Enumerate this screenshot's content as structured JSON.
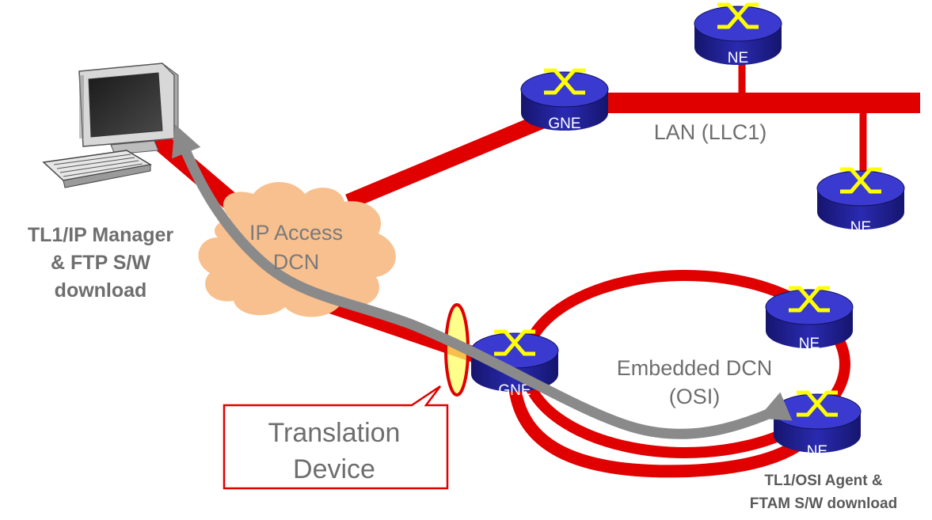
{
  "nodes": {
    "ne_top": "NE",
    "gne_top": "GNE",
    "ne_right": "NE",
    "ne_ring_top": "NE",
    "gne_bottom": "GNE",
    "ne_ring_bottom": "NE"
  },
  "labels": {
    "lan": "LAN (LLC1)",
    "cloud_line1": "IP Access",
    "cloud_line2": "DCN",
    "manager_line1": "TL1/IP Manager",
    "manager_line2": "& FTP S/W",
    "manager_line3": "download",
    "embedded_line1": "Embedded DCN",
    "embedded_line2": "(OSI)",
    "agent_line1": "TL1/OSI Agent &",
    "agent_line2": "FTAM S/W download",
    "translation_line1": "Translation",
    "translation_line2": "Device"
  },
  "colors": {
    "link_red": "#e00000",
    "router_blue": "#2323a0",
    "router_icon": "#ffff00",
    "cloud": "#f8c08e",
    "arrow_gray": "#8a8a8a",
    "translation_fill": "#ffff66"
  },
  "icons": [
    "router-icon",
    "computer-icon",
    "cloud-icon"
  ]
}
